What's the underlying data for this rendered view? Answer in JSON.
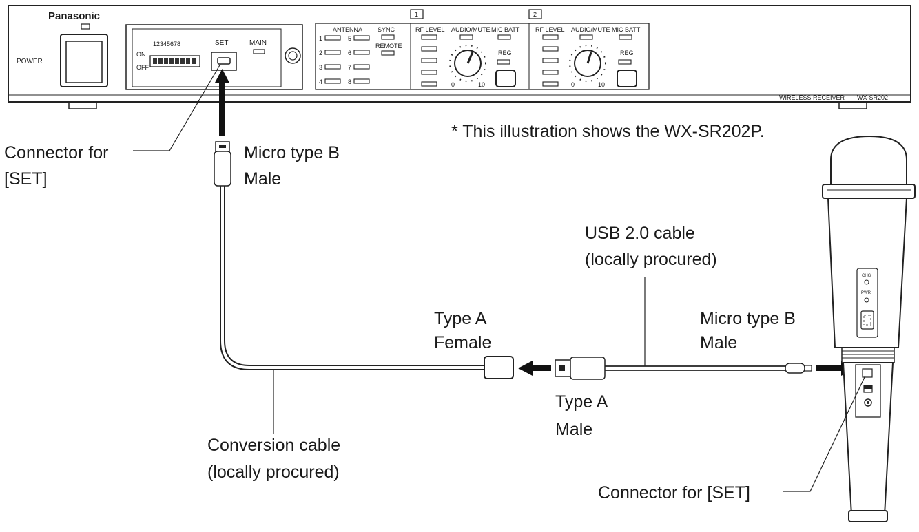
{
  "receiver": {
    "brand": "Panasonic",
    "power_label": "POWER",
    "dip_numbers": "12345678",
    "dip_on": "ON",
    "dip_off": "OFF",
    "set_label": "SET",
    "main_label": "MAIN",
    "antenna_label": "ANTENNA",
    "sync_label": "SYNC",
    "remote_label": "REMOTE",
    "antenna_numbers": [
      "1",
      "2",
      "3",
      "4",
      "5",
      "6",
      "7",
      "8"
    ],
    "channels": [
      {
        "number": "1",
        "rf_level": "RF LEVEL",
        "audio_mute": "AUDIO/MUTE",
        "mic_batt": "MIC BATT",
        "reg": "REG",
        "scale_min": "0",
        "scale_max": "10"
      },
      {
        "number": "2",
        "rf_level": "RF LEVEL",
        "audio_mute": "AUDIO/MUTE",
        "mic_batt": "MIC BATT",
        "reg": "REG",
        "scale_min": "0",
        "scale_max": "10"
      }
    ],
    "model_label": "WIRELESS RECEIVER",
    "model_number": "WX-SR202"
  },
  "labels": {
    "connector_set_left_1": "Connector for",
    "connector_set_left_2": "[SET]",
    "micro_b_top_1": "Micro type B",
    "micro_b_top_2": "Male",
    "note": "* This illustration shows the WX-SR202P.",
    "usb_cable_1": "USB 2.0 cable",
    "usb_cable_2": "(locally procured)",
    "type_a_female_1": "Type A",
    "type_a_female_2": "Female",
    "micro_b_right_1": "Micro type B",
    "micro_b_right_2": "Male",
    "type_a_male_1": "Type A",
    "type_a_male_2": "Male",
    "conversion_1": "Conversion cable",
    "conversion_2": "(locally procured)",
    "connector_set_mic": "Connector for [SET]"
  },
  "microphone": {
    "chg_label": "CHG",
    "pwr_label": "PWR"
  }
}
